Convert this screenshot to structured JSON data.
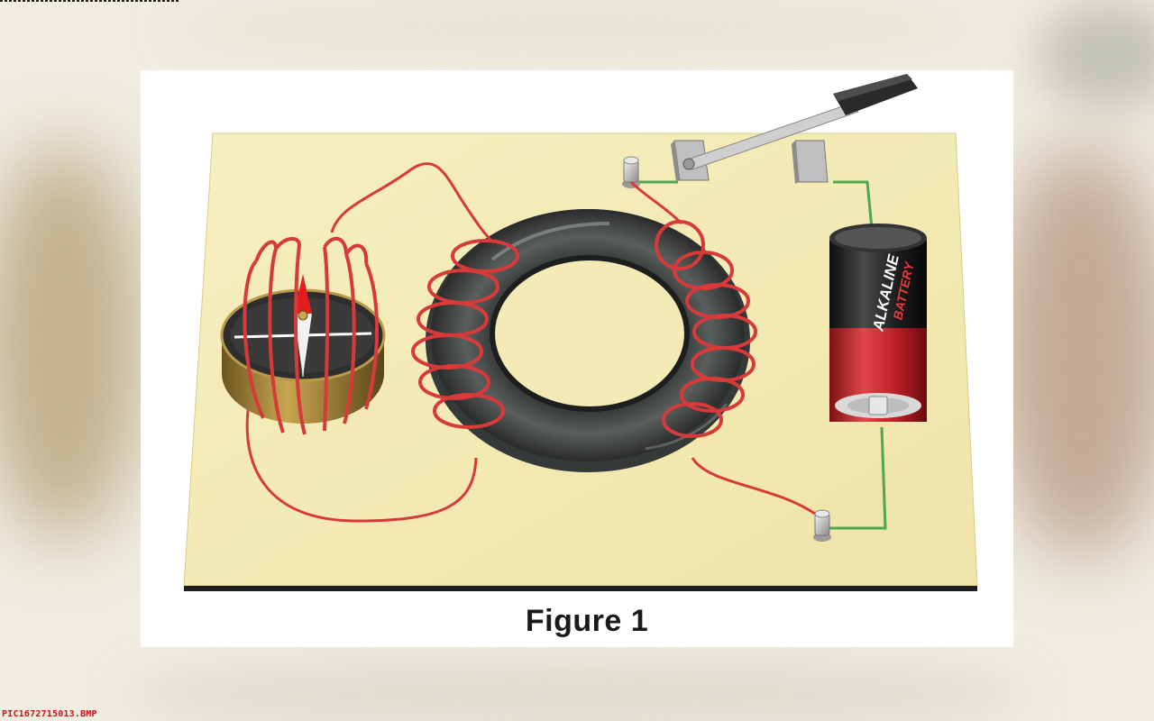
{
  "figure": {
    "caption": "Figure 1"
  },
  "battery": {
    "brand_text": "ALKALINE",
    "type_text": "BATTERY"
  },
  "file_label": "PIC1672715013.BMP",
  "colors": {
    "board": "#f4ebb4",
    "coil_wire": "#d83a3a",
    "circuit_wire": "#4fa84f",
    "iron_ring": "#3f4342",
    "battery_red": "#c8232a",
    "battery_black": "#1e1e1e"
  },
  "icons": [
    "compass-icon",
    "toroid-core",
    "knife-switch",
    "battery-icon",
    "terminal-post"
  ]
}
